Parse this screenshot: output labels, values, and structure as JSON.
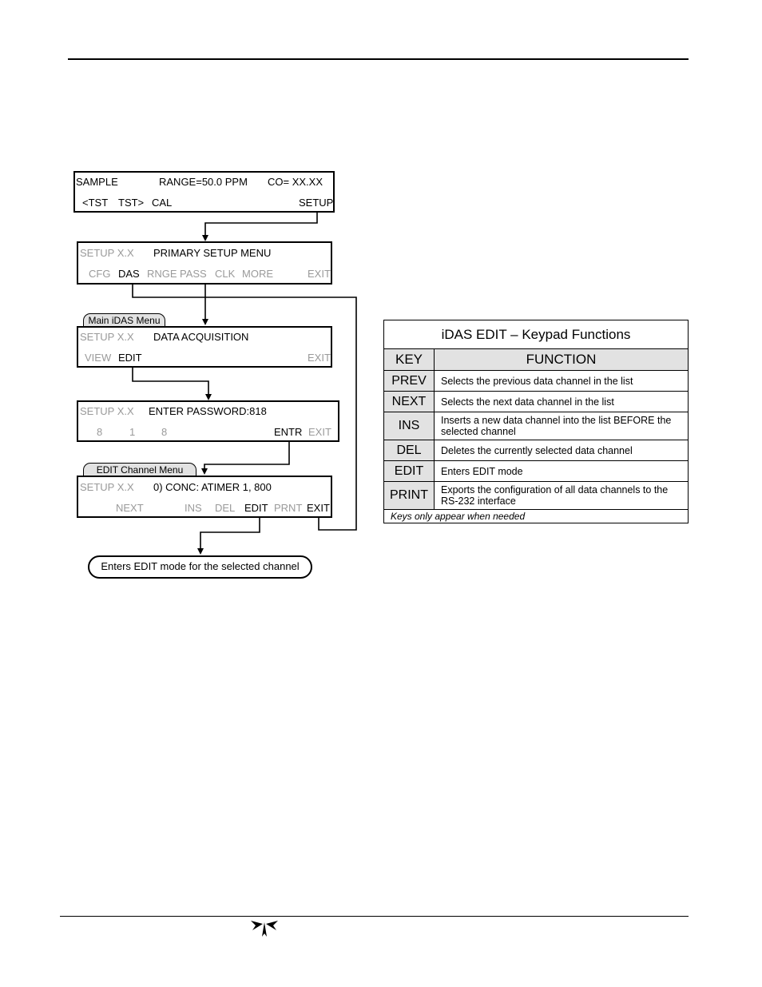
{
  "screen1": {
    "l1": [
      "SAMPLE",
      "RANGE=50.0 PPM",
      "CO= XX.XX"
    ],
    "l2": [
      "<TST",
      "TST>",
      "CAL",
      "SETUP"
    ]
  },
  "screen2": {
    "l1": [
      "SETUP X.X",
      "PRIMARY SETUP MENU"
    ],
    "l2": [
      "CFG",
      "DAS",
      "RNGE",
      "PASS",
      "CLK",
      "MORE",
      "EXIT"
    ]
  },
  "tab_main": "Main iDAS Menu",
  "screen3": {
    "l1": [
      "SETUP X.X",
      "DATA ACQUISITION"
    ],
    "l2": [
      "VIEW",
      "EDIT",
      "EXIT"
    ]
  },
  "screen4": {
    "l1": [
      "SETUP X.X",
      "ENTER PASSWORD:818"
    ],
    "l2": [
      "8",
      "1",
      "8",
      "ENTR",
      "EXIT"
    ]
  },
  "tab_edit": "EDIT Channel Menu",
  "screen5": {
    "l1": [
      "SETUP X.X",
      "0) CONC:  ATIMER 1, 800"
    ],
    "l2": [
      "NEXT",
      "INS",
      "DEL",
      "EDIT",
      "PRNT",
      "EXIT"
    ]
  },
  "callout": "Enters EDIT mode for the selected channel",
  "table": {
    "title": "iDAS EDIT – Keypad Functions",
    "col_key": "KEY",
    "col_function": "FUNCTION",
    "rows": [
      {
        "key": "PREV",
        "function": "Selects the previous data channel in the list"
      },
      {
        "key": "NEXT",
        "function": "Selects the next data channel in the list"
      },
      {
        "key": "INS",
        "function": "Inserts a new data channel into the list BEFORE the selected channel"
      },
      {
        "key": "DEL",
        "function": "Deletes the currently selected data channel"
      },
      {
        "key": "EDIT",
        "function": "Enters EDIT mode"
      },
      {
        "key": "PRINT",
        "function": "Exports the configuration of all data channels to the RS-232 interface"
      }
    ],
    "note": "Keys only appear when needed"
  },
  "logo_icon": "teledyne-logo-icon"
}
